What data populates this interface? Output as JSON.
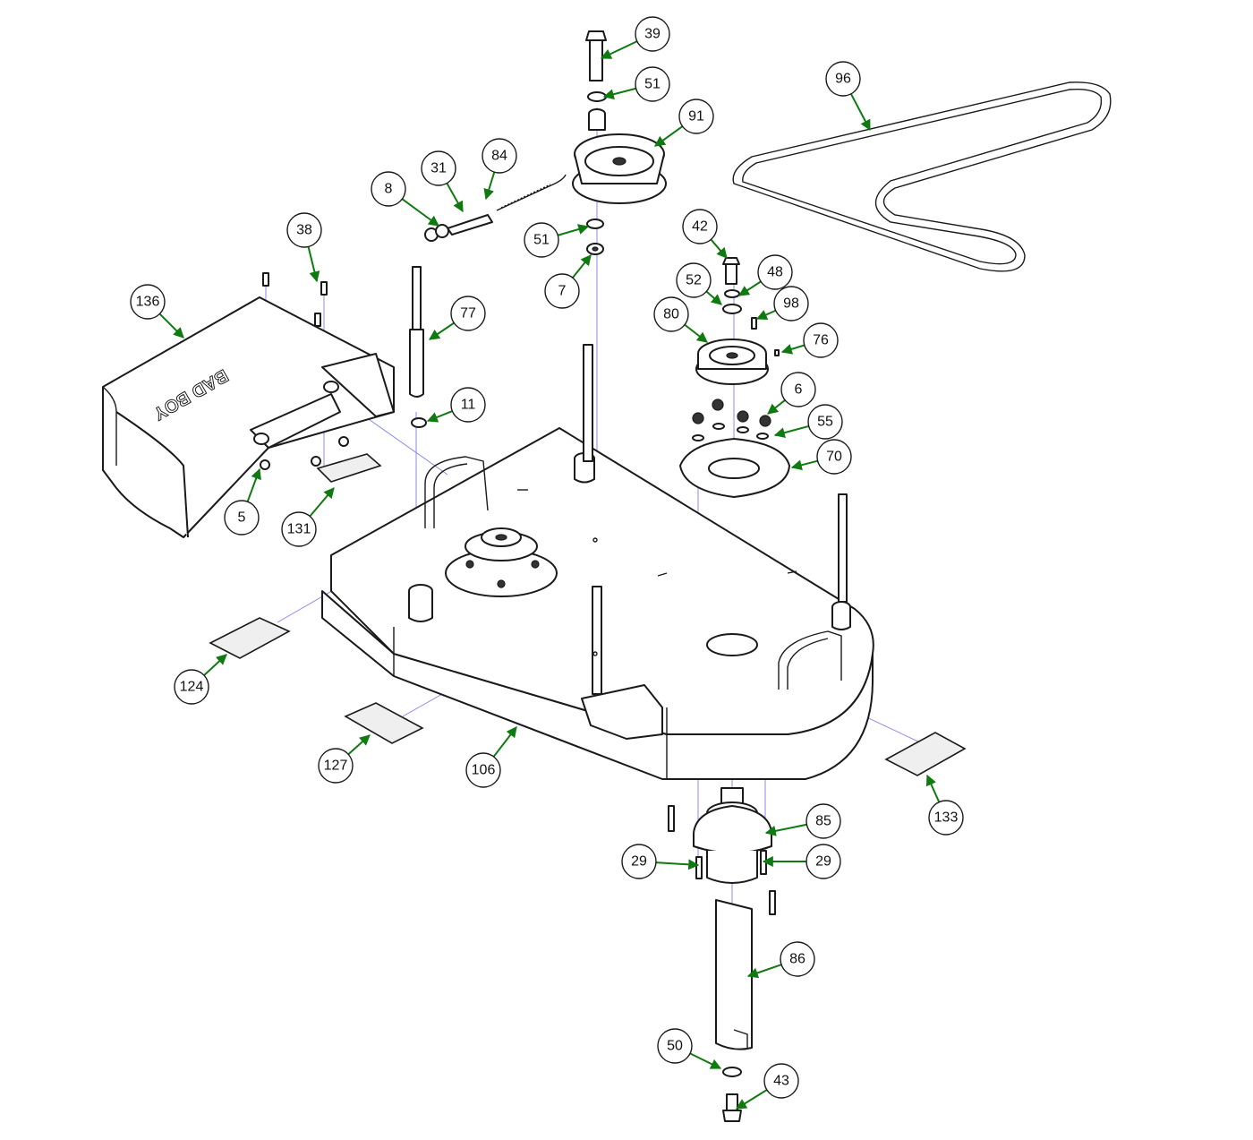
{
  "callouts": [
    {
      "id": "c39",
      "label": "39"
    },
    {
      "id": "c51a",
      "label": "51"
    },
    {
      "id": "c91",
      "label": "91"
    },
    {
      "id": "c96",
      "label": "96"
    },
    {
      "id": "c84",
      "label": "84"
    },
    {
      "id": "c31",
      "label": "31"
    },
    {
      "id": "c8",
      "label": "8"
    },
    {
      "id": "c51b",
      "label": "51"
    },
    {
      "id": "c7",
      "label": "7"
    },
    {
      "id": "c42",
      "label": "42"
    },
    {
      "id": "c48",
      "label": "48"
    },
    {
      "id": "c52",
      "label": "52"
    },
    {
      "id": "c98",
      "label": "98"
    },
    {
      "id": "c80",
      "label": "80"
    },
    {
      "id": "c76",
      "label": "76"
    },
    {
      "id": "c6",
      "label": "6"
    },
    {
      "id": "c55",
      "label": "55"
    },
    {
      "id": "c70",
      "label": "70"
    },
    {
      "id": "c38",
      "label": "38"
    },
    {
      "id": "c136",
      "label": "136"
    },
    {
      "id": "c77",
      "label": "77"
    },
    {
      "id": "c11",
      "label": "11"
    },
    {
      "id": "c5",
      "label": "5"
    },
    {
      "id": "c131",
      "label": "131"
    },
    {
      "id": "c124",
      "label": "124"
    },
    {
      "id": "c127",
      "label": "127"
    },
    {
      "id": "c106",
      "label": "106"
    },
    {
      "id": "c133",
      "label": "133"
    },
    {
      "id": "c85",
      "label": "85"
    },
    {
      "id": "c29a",
      "label": "29"
    },
    {
      "id": "c29b",
      "label": "29"
    },
    {
      "id": "c86",
      "label": "86"
    },
    {
      "id": "c50",
      "label": "50"
    },
    {
      "id": "c43",
      "label": "43"
    }
  ],
  "colors": {
    "leader": "#0f7a0f",
    "guide": "#8a8af0",
    "outline": "#1a1a1a"
  },
  "chute_logo_text": "BAD BOY"
}
